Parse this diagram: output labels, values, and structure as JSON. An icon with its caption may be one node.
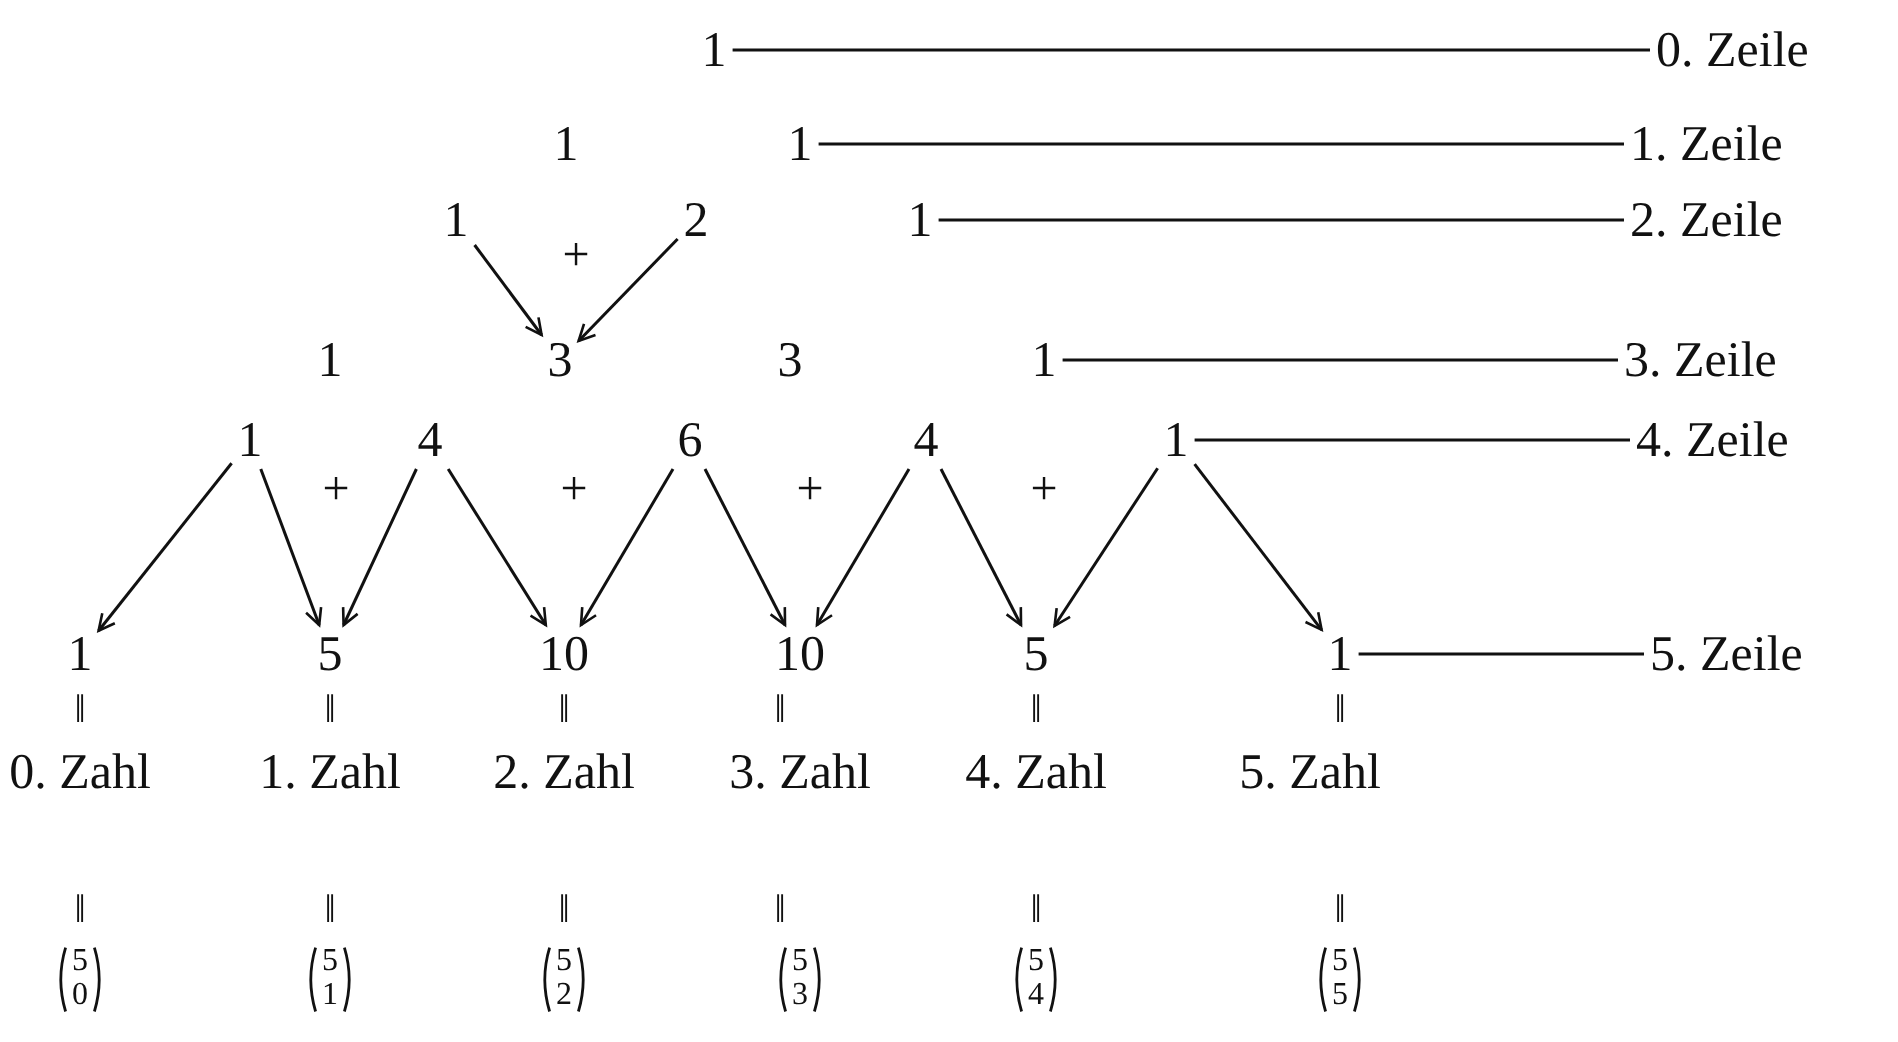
{
  "diagram": {
    "nodes": [
      {
        "text": [
          "1"
        ]
      },
      {
        "text": [
          "0. Zeile"
        ]
      },
      {
        "text": [
          "1"
        ]
      },
      {
        "text": [
          "1"
        ]
      },
      {
        "text": [
          "1. Zeile"
        ]
      },
      {
        "text": [
          "1"
        ]
      },
      {
        "text": [
          "2"
        ]
      },
      {
        "text": [
          "1"
        ]
      },
      {
        "text": [
          "2. Zeile"
        ]
      },
      {
        "text": [
          "1"
        ]
      },
      {
        "text": [
          "3"
        ]
      },
      {
        "text": [
          "3"
        ]
      },
      {
        "text": [
          "1"
        ]
      },
      {
        "text": [
          "3. Zeile"
        ]
      },
      {
        "text": [
          "1"
        ]
      },
      {
        "text": [
          "4"
        ]
      },
      {
        "text": [
          "6"
        ]
      },
      {
        "text": [
          "4"
        ]
      },
      {
        "text": [
          "1"
        ]
      },
      {
        "text": [
          "4. Zeile"
        ]
      },
      {
        "text": [
          "1"
        ]
      },
      {
        "text": [
          "5"
        ]
      },
      {
        "text": [
          "10"
        ]
      },
      {
        "text": [
          "10"
        ]
      },
      {
        "text": [
          "5"
        ]
      },
      {
        "text": [
          "1"
        ]
      },
      {
        "text": [
          "5. Zeile"
        ]
      },
      {
        "text": [
          "0. Zahl"
        ]
      },
      {
        "text": [
          "1. Zahl"
        ]
      },
      {
        "text": [
          "2. Zahl"
        ]
      },
      {
        "text": [
          "3. Zahl"
        ]
      },
      {
        "text": [
          "4. Zahl"
        ]
      },
      {
        "text": [
          "5. Zahl"
        ]
      },
      {
        "text": [
          "5",
          "0"
        ]
      },
      {
        "text": [
          "5",
          "1"
        ]
      },
      {
        "text": [
          "5",
          "2"
        ]
      },
      {
        "text": [
          "5",
          "3"
        ]
      },
      {
        "text": [
          "5",
          "4"
        ]
      },
      {
        "text": [
          "5",
          "5"
        ]
      }
    ],
    "edges": [
      {
        "from": 0,
        "to": 1,
        "arrow": "none"
      },
      {
        "from": 3,
        "to": 4,
        "arrow": "none"
      },
      {
        "from": 7,
        "to": 8,
        "arrow": "none"
      },
      {
        "from": 5,
        "to": 10,
        "arrow": "to"
      },
      {
        "from": 6,
        "to": 10,
        "arrow": "to"
      },
      {
        "from": 12,
        "to": 13,
        "arrow": "none"
      },
      {
        "from": 18,
        "to": 19,
        "arrow": "none"
      },
      {
        "from": 14,
        "to": 20,
        "arrow": "to"
      },
      {
        "from": 14,
        "to": 21,
        "arrow": "to"
      },
      {
        "from": 15,
        "to": 21,
        "arrow": "to"
      },
      {
        "from": 15,
        "to": 22,
        "arrow": "to"
      },
      {
        "from": 16,
        "to": 22,
        "arrow": "to"
      },
      {
        "from": 16,
        "to": 23,
        "arrow": "to"
      },
      {
        "from": 17,
        "to": 23,
        "arrow": "to"
      },
      {
        "from": 17,
        "to": 24,
        "arrow": "to"
      },
      {
        "from": 18,
        "to": 24,
        "arrow": "to"
      },
      {
        "from": 18,
        "to": 25,
        "arrow": "to"
      },
      {
        "from": 25,
        "to": 26,
        "arrow": "none"
      }
    ],
    "labels": [
      "+",
      "+",
      "+",
      "+",
      "+",
      "‖",
      "‖",
      "‖",
      "‖",
      "‖",
      "‖",
      "‖",
      "‖",
      "‖",
      "‖",
      "‖",
      "‖"
    ]
  }
}
